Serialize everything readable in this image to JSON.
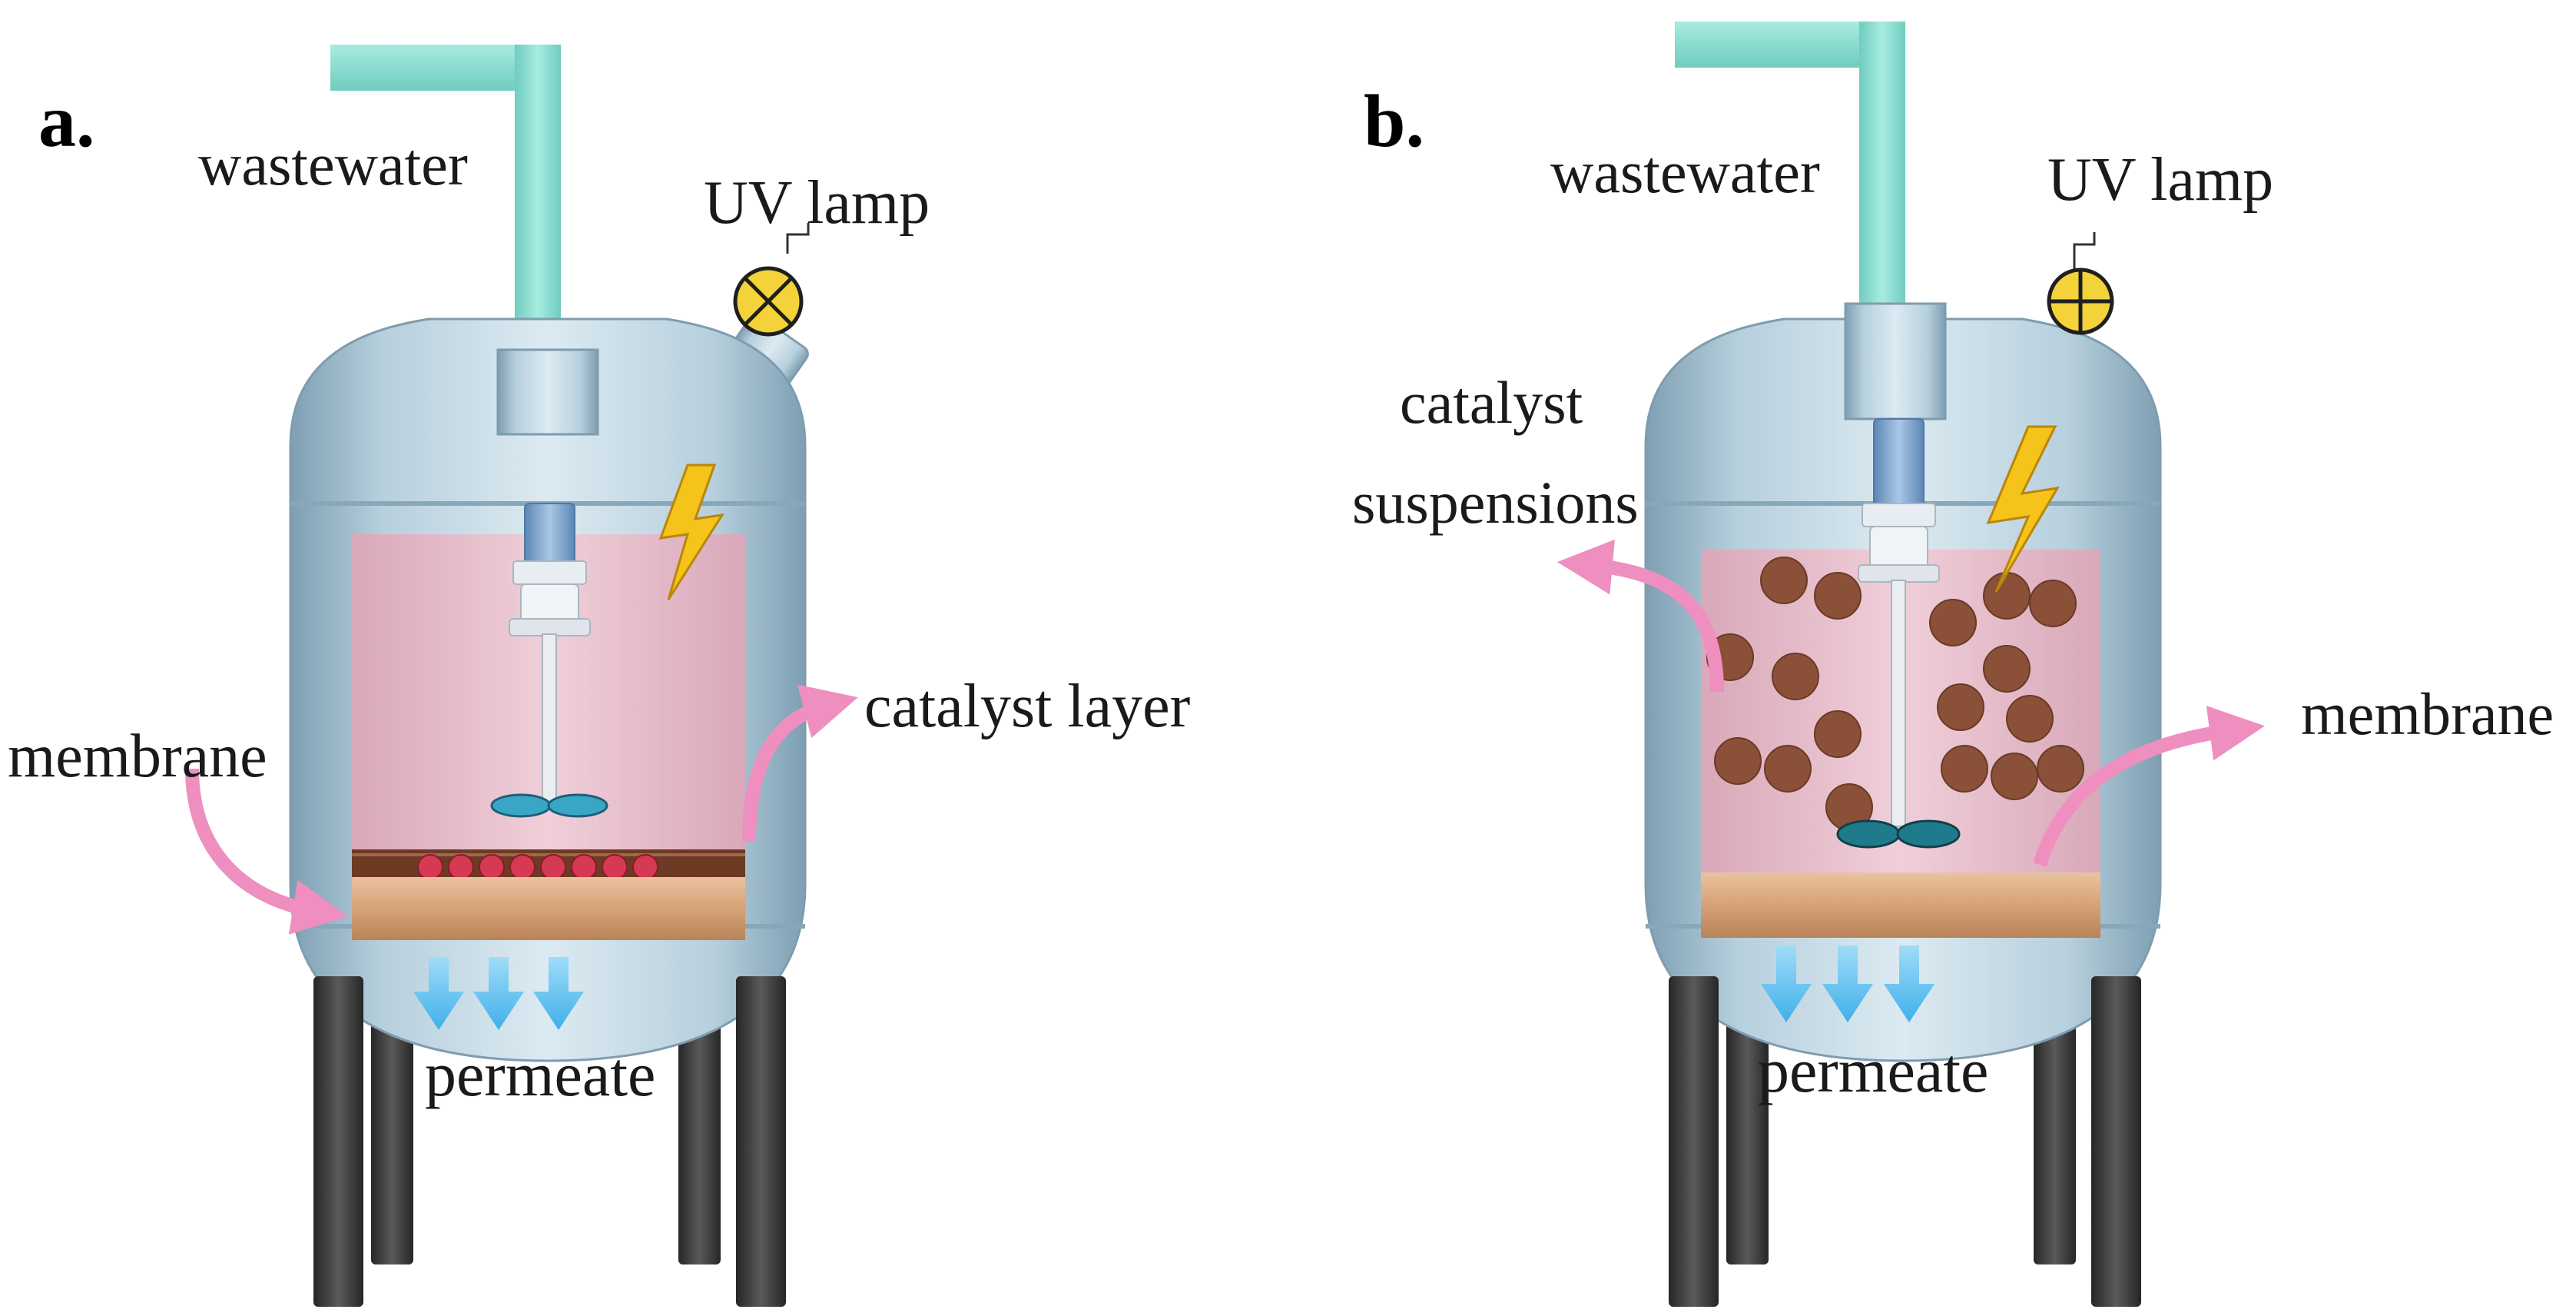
{
  "panels": [
    {
      "letter": "a.",
      "labels": {
        "wastewater": "wastewater",
        "uv_lamp": "UV lamp",
        "membrane": "membrane",
        "catalyst": "catalyst layer",
        "permeate": "permeate"
      }
    },
    {
      "letter": "b.",
      "labels": {
        "wastewater": "wastewater",
        "uv_lamp": "UV lamp",
        "catalyst_line1": "catalyst",
        "catalyst_line2": "suspensions",
        "membrane": "membrane",
        "permeate": "permeate"
      }
    }
  ],
  "colors": {
    "vessel": "#a9c6d6",
    "pipe": "#8fd9cc",
    "liquid": "#e8bcc9",
    "membrane": "#d7a37a",
    "catalyst": "#8b5038",
    "catalyst_bead": "#d53a52",
    "legs": "#3e3e3e",
    "arrow_pink": "#ee8fc0",
    "permeate_arrow": "#5ec2ef",
    "lamp": "#f3d23a",
    "bolt": "#f6c31b"
  }
}
